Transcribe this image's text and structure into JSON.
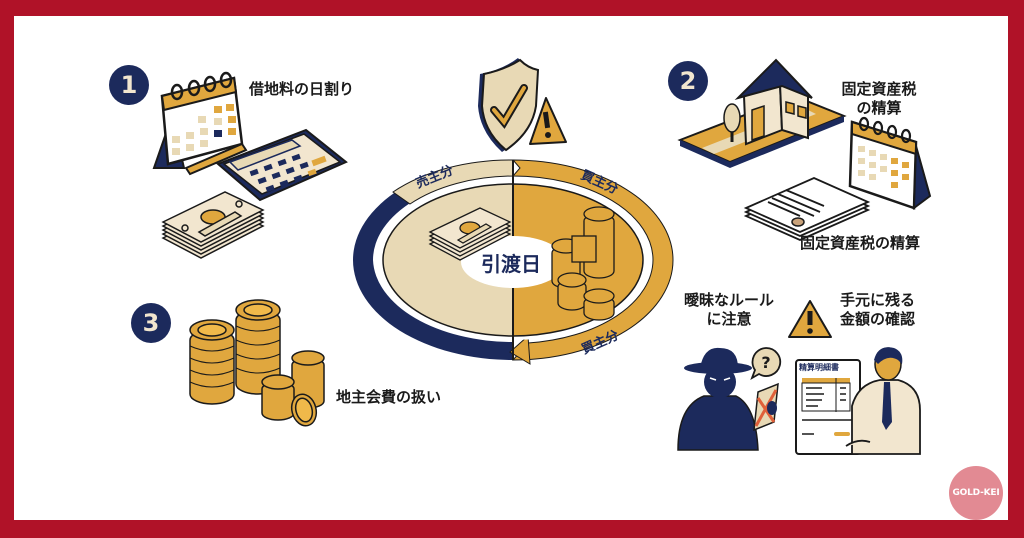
{
  "colors": {
    "frame": "#b01228",
    "navy": "#1c2a5c",
    "gold": "#e0a73e",
    "beige": "#e8d9b5",
    "cream": "#f2e6cf",
    "logo": "#e28a93"
  },
  "sections": [
    {
      "number": "1",
      "label": "借地料の日割り",
      "icons": [
        "calendar-icon",
        "calculator-icon",
        "cash-stack-icon"
      ]
    },
    {
      "number": "2",
      "label": "固定資産税の精算",
      "label_lines": [
        "固定資産税",
        "の精算"
      ],
      "caption": "固定資産税の精算",
      "icons": [
        "house-icon",
        "calendar-icon",
        "document-icon"
      ]
    },
    {
      "number": "3",
      "label": "地主会費の扱い",
      "icons": [
        "coin-stacks-icon"
      ]
    }
  ],
  "center": {
    "title": "引渡日",
    "seller_label": "売主分",
    "buyer_label_top": "買主分",
    "buyer_label_bottom": "買主分",
    "top_icons": [
      "shield-check-icon",
      "warning-icon"
    ]
  },
  "warnings": {
    "left_lines": [
      "曖昧なルール",
      "に注意"
    ],
    "right_lines": [
      "手元に残る",
      "金額の確認"
    ],
    "document_title": "精算明細書"
  },
  "logo": {
    "text": "GOLD-KEI"
  }
}
